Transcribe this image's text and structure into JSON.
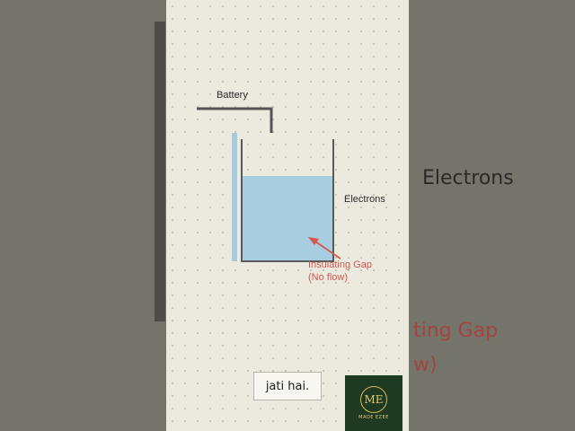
{
  "diagram": {
    "battery_label": "Battery",
    "electrons_label": "Electrons",
    "gap_label_line1": "Insulating Gap",
    "gap_label_line2": "(No flow)",
    "colors": {
      "liquid": "#a8cde0",
      "wire": "#555555",
      "electrode": "#a9cbe0",
      "arrow": "#d6584b"
    }
  },
  "background": {
    "electrons_label": "Electrons",
    "gap_label": "ting Gap",
    "flow_label": "w)"
  },
  "caption": {
    "text": "jati hai."
  },
  "logo": {
    "monogram": "ME",
    "name": "MADE EZEE"
  }
}
